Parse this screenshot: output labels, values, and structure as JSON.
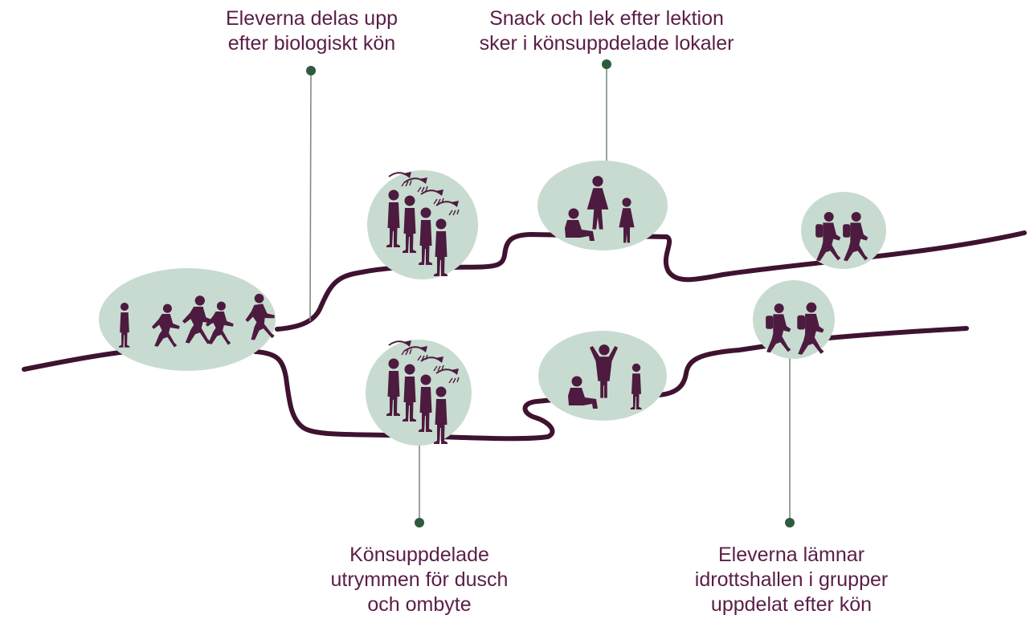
{
  "colors": {
    "path": "#3f1330",
    "bubble": "#c8dbd0",
    "silhouette": "#4d1b3f",
    "callout_line": "#7d8c84",
    "callout_dot": "#2f5a3e",
    "text": "#5a1e47"
  },
  "callouts": [
    {
      "lines": [
        "Eleverna delas upp",
        "efter biologiskt kön"
      ]
    },
    {
      "lines": [
        "Snack och lek efter lektion",
        "sker i könsuppdelade lokaler"
      ]
    },
    {
      "lines": [
        "Könsuppdelade",
        "utrymmen för dusch",
        "och ombyte"
      ]
    },
    {
      "lines": [
        "Eleverna lämnar",
        "idrottshallen i grupper",
        "uppdelat efter kön"
      ]
    }
  ],
  "stations": [
    {
      "name": "start-group-running",
      "icon": "children-running-icon"
    },
    {
      "name": "upper-showers",
      "icon": "showering-figures-icon"
    },
    {
      "name": "upper-hangout",
      "icon": "girls-hanging-out-icon"
    },
    {
      "name": "upper-leaving",
      "icon": "girls-with-backpacks-icon"
    },
    {
      "name": "lower-showers",
      "icon": "showering-figures-icon"
    },
    {
      "name": "lower-hangout",
      "icon": "boys-hanging-out-icon"
    },
    {
      "name": "lower-leaving",
      "icon": "boys-with-backpacks-icon"
    }
  ]
}
